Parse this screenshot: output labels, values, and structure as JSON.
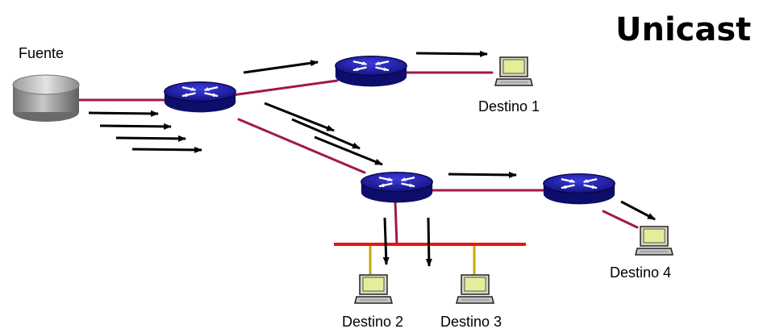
{
  "title": "Unicast",
  "labels": {
    "source": "Fuente",
    "dest1": "Destino 1",
    "dest2": "Destino 2",
    "dest3": "Destino 3",
    "dest4": "Destino 4"
  },
  "colors": {
    "link": "#a0184a",
    "lan_bus": "#ee1111",
    "drop_wire": "#c9a800",
    "router": "#1f1fb3",
    "arrow": "#000000"
  }
}
